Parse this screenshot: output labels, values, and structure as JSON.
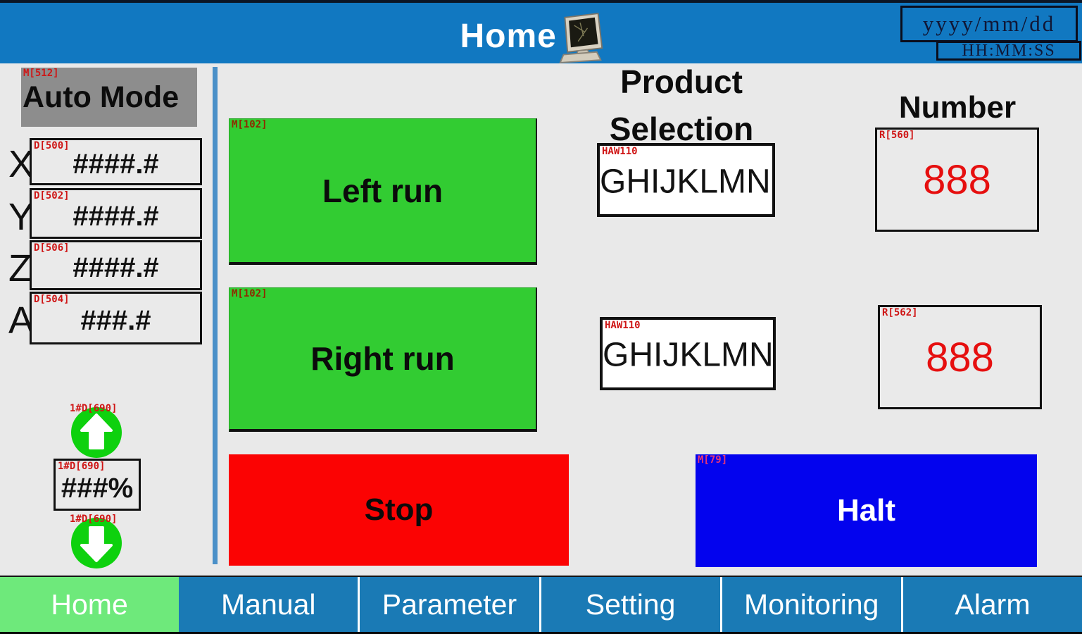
{
  "header": {
    "title": "Home",
    "date_placeholder": "yyyy/mm/dd",
    "time_placeholder": "HH:MM:SS"
  },
  "left_panel": {
    "mode": {
      "label": "Auto Mode",
      "tag": "M[512]"
    },
    "axes": [
      {
        "label": "X",
        "tag": "D[500]",
        "value": "####.#"
      },
      {
        "label": "Y",
        "tag": "D[502]",
        "value": "####.#"
      },
      {
        "label": "Z",
        "tag": "D[506]",
        "value": "####.#"
      },
      {
        "label": "A",
        "tag": "D[504]",
        "value": "###.#"
      }
    ],
    "speed": {
      "up_tag": "1#D[690]",
      "value_tag": "1#D[690]",
      "down_tag": "1#D[690]",
      "value": "###%"
    }
  },
  "main": {
    "run_buttons": [
      {
        "label": "Left run",
        "tag": "M[102]"
      },
      {
        "label": "Right run",
        "tag": "M[102]"
      }
    ],
    "stop_button": {
      "label": "Stop"
    },
    "halt_button": {
      "label": "Halt",
      "tag": "M[79]"
    },
    "product_selection": {
      "title_line1": "Product",
      "title_line2": "Selection",
      "items": [
        {
          "tag": "HAW110",
          "value": "GHIJKLMNO"
        },
        {
          "tag": "HAW110",
          "value": "GHIJKLMNO"
        }
      ]
    },
    "number": {
      "title": "Number",
      "items": [
        {
          "tag": "R[560]",
          "value": "888"
        },
        {
          "tag": "R[562]",
          "value": "888"
        }
      ]
    }
  },
  "nav": {
    "items": [
      {
        "label": "Home",
        "active": true
      },
      {
        "label": "Manual"
      },
      {
        "label": "Parameter"
      },
      {
        "label": "Setting"
      },
      {
        "label": "Monitoring"
      },
      {
        "label": "Alarm"
      }
    ]
  },
  "colors": {
    "header_blue": "#1178c1",
    "nav_blue": "#1a7ab5",
    "nav_active_green": "#6ee97b",
    "run_green": "#32cc32",
    "stop_red": "#fb0303",
    "halt_blue": "#0303ee",
    "arrow_green": "#0ed10e",
    "mode_gray": "#8d8d8d",
    "tag_red": "#cf1616",
    "number_red": "#e60f0f",
    "background": "#e9e9e9"
  }
}
